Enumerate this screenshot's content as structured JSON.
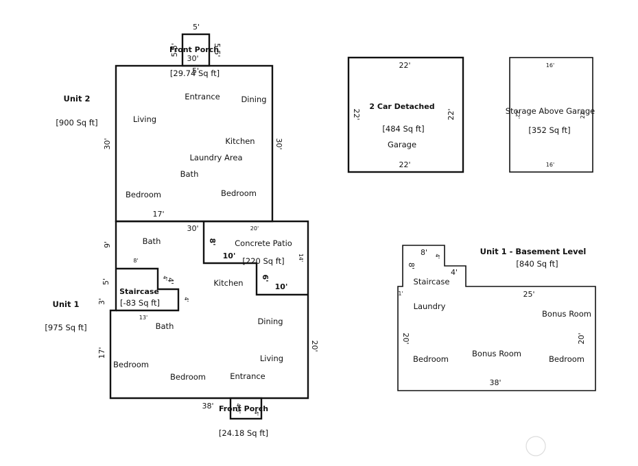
{
  "unit2": {
    "title": "Unit 2",
    "area": "[900 Sq ft]",
    "rooms": [
      "Entrance",
      "Dining",
      "Living",
      "Kitchen",
      "Laundry Area",
      "Bath",
      "Bedroom",
      "Bedroom"
    ],
    "dims": {
      "left": "30'",
      "right": "30'",
      "bottom": "17'"
    }
  },
  "front_porch_top": {
    "title": "Front Porch",
    "area": "[29.74 Sq ft]",
    "dims": {
      "top": "5'",
      "left": "5.5'",
      "right": "5.5'",
      "bottom": "5'",
      "unit_top": "30'"
    }
  },
  "unit1": {
    "title": "Unit 1",
    "area": "[975 Sq ft]",
    "rooms": [
      "Bath",
      "Kitchen",
      "Dining",
      "Bath",
      "Living",
      "Bedroom",
      "Bedroom",
      "Entrance"
    ],
    "dims": {
      "top": "30'",
      "left_upper": "9'",
      "left_mid": "3'",
      "left_lower": "17'",
      "right": "20'",
      "bottom": "38'"
    }
  },
  "concrete_patio": {
    "title": "Concrete Patio",
    "area": "[220 Sq ft]",
    "dims": {
      "top": "20'",
      "left": "8'",
      "inner_bottom": "10'",
      "inner_left": "6'",
      "step_bottom": "10'",
      "right": "14'"
    }
  },
  "staircase_unit1": {
    "title": "Staircase",
    "area": "[-83 Sq ft]",
    "dims": {
      "top": "8'",
      "upper_right": "4'",
      "upper_right_b": "4'",
      "left": "5'",
      "right": "4'",
      "bottom": "13'"
    }
  },
  "front_porch_bottom": {
    "title": "Front Porch",
    "area": "[24.18 Sq ft]",
    "dims": {
      "left": "4.3'",
      "right": "4'"
    }
  },
  "garage": {
    "title": "2 Car Detached",
    "area": "[484 Sq ft]",
    "subtitle": "Garage",
    "dims": {
      "top": "22'",
      "bottom": "22'",
      "left": "22'",
      "right": "22'"
    }
  },
  "storage": {
    "title": "Storage Above Garage",
    "area": "[352 Sq ft]",
    "dims": {
      "top": "16'",
      "bottom": "16'",
      "left": "22'",
      "right": "22'"
    }
  },
  "basement": {
    "title": "Unit 1 - Basement Level",
    "area": "[840 Sq ft]",
    "rooms": [
      "Staircase",
      "Laundry",
      "Bonus Room",
      "Bonus Room",
      "Bedroom",
      "Bedroom"
    ],
    "dims": {
      "stair_top": "8'",
      "stair_left": "8'",
      "stair_step": "4'",
      "stair_step2": "4'",
      "notch": "1'",
      "top": "25'",
      "left": "20'",
      "right": "20'",
      "bottom": "38'"
    }
  }
}
